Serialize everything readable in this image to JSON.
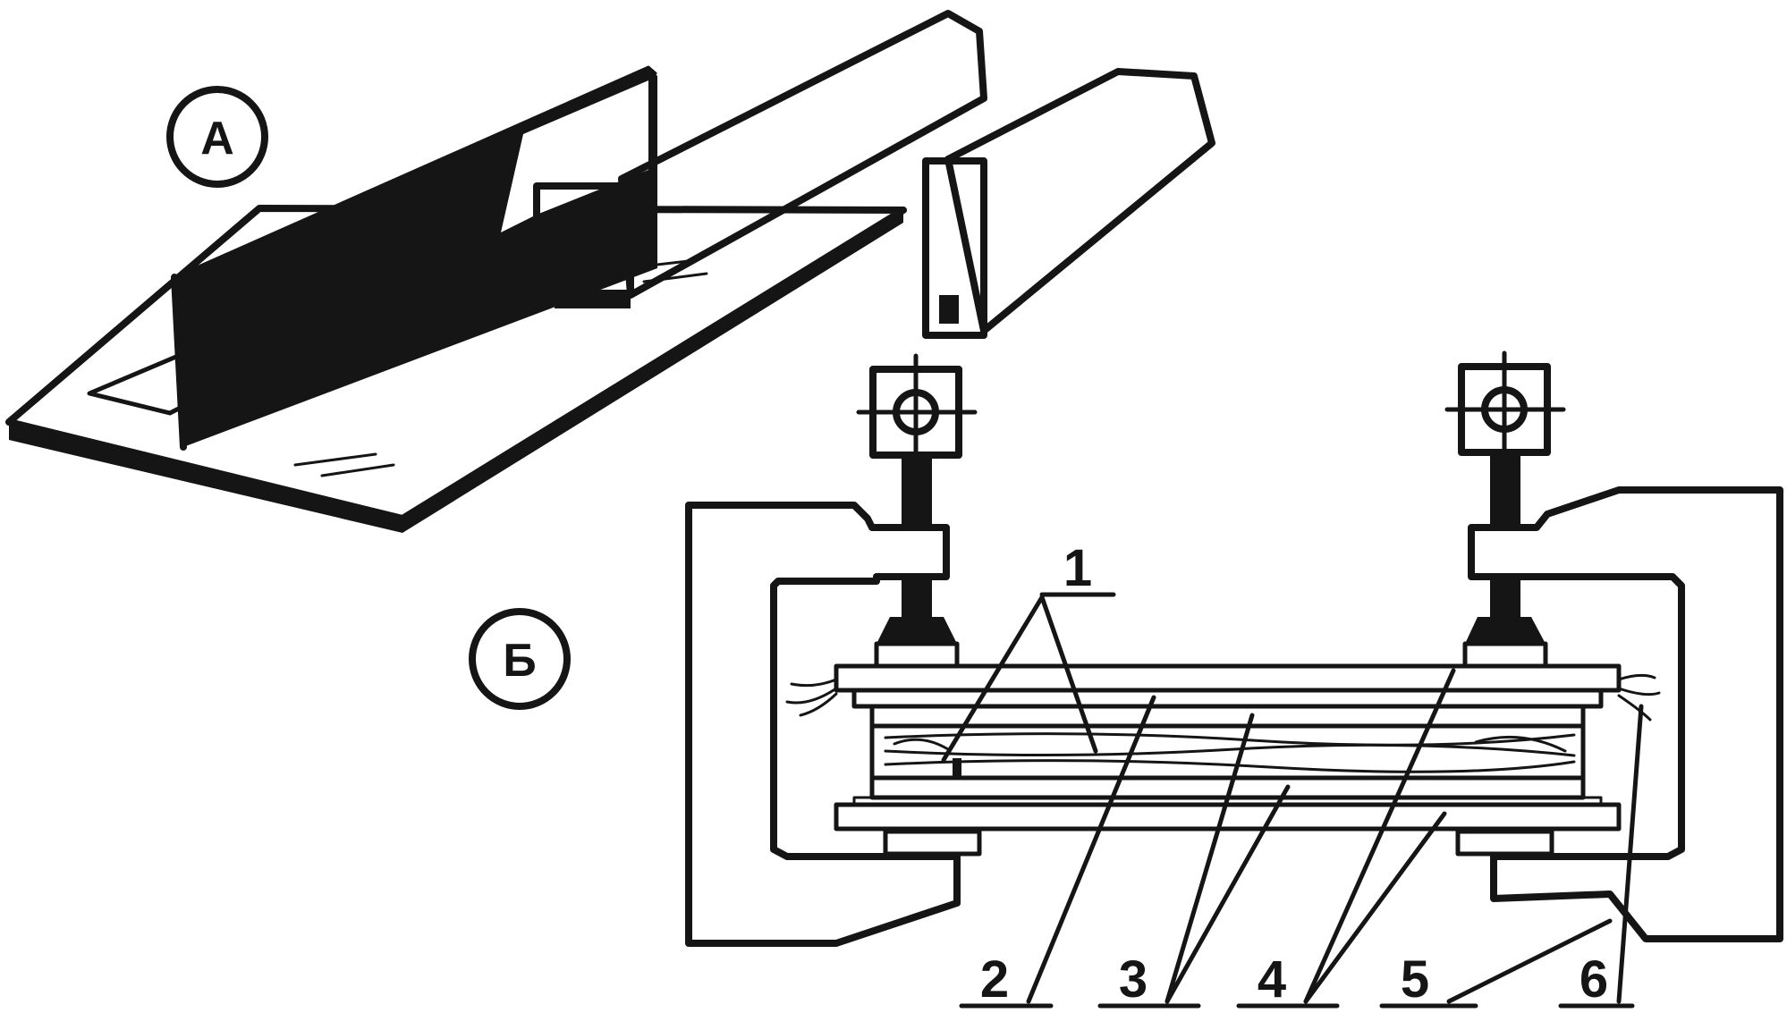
{
  "figure_labels": {
    "a": "А",
    "b": "Б"
  },
  "callouts": {
    "one": "1",
    "two": "2",
    "three": "3",
    "four": "4",
    "five": "5",
    "six": "6"
  },
  "colors": {
    "ink": "#151515",
    "paper": "#ffffff"
  }
}
